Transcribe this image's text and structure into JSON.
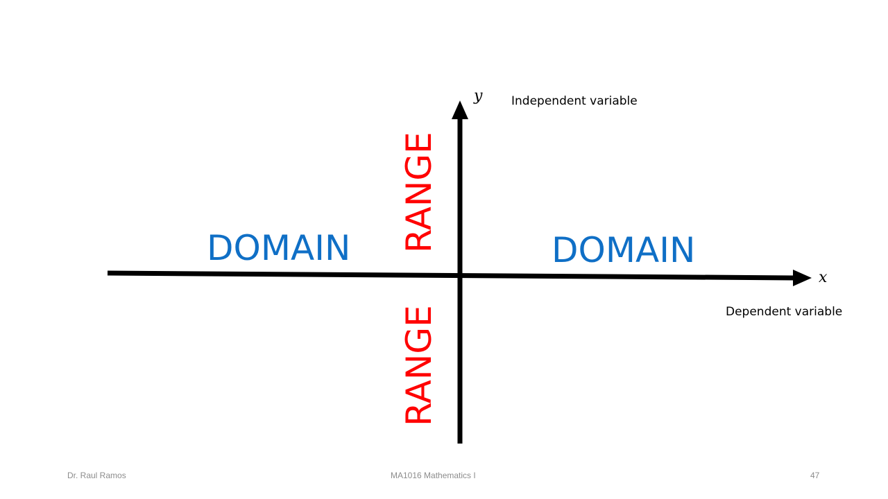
{
  "colors": {
    "domain": "#0f6fc6",
    "range": "#ff0000",
    "axes": "#000000",
    "footer": "#8c8c8c"
  },
  "axes": {
    "y_label": "y",
    "x_label": "x",
    "y_note": "Independent variable",
    "x_note": "Dependent variable"
  },
  "labels": {
    "domain_left": "DOMAIN",
    "domain_right": "DOMAIN",
    "range_top": "RANGE",
    "range_bottom": "RANGE"
  },
  "footer": {
    "author": "Dr. Raul Ramos",
    "course": "MA1016 Mathematics I",
    "page": "47"
  }
}
